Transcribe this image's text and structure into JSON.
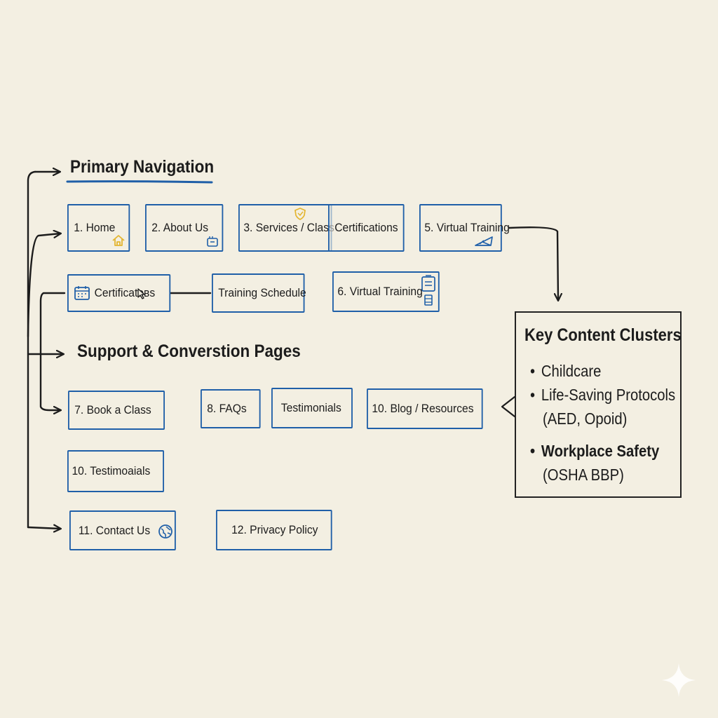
{
  "sections": {
    "primary_navigation": "Primary Navigation",
    "support_pages": "Support & Converstion Pages"
  },
  "nav_row1": [
    "1. Home",
    "2. About Us",
    "3. Services / Class",
    "Certifications",
    "5.  Virtual Training"
  ],
  "nav_row2": [
    "Certificatᴏʙs",
    "Training Schedule",
    "6. Virtual Training"
  ],
  "support_row1": [
    "7. Book a Class",
    "8. FAQs",
    "Testimonials",
    "10. Blog / Resources"
  ],
  "support_row2": [
    "10. Testimoaials"
  ],
  "support_row3": [
    "11. Contact Us",
    "12.  Privacy Policy"
  ],
  "key_content": {
    "title": "Key Content Clusters",
    "items": [
      {
        "label": "Childcare",
        "sub": ""
      },
      {
        "label": "Life-Saving Protocols",
        "sub": "(AED, Opoid)"
      },
      {
        "label": "Workplace Safety",
        "sub": "(OSHA BBP)"
      }
    ]
  },
  "colors": {
    "box_border": "#1f5fa8",
    "heading_underline": "#1f5fa8",
    "icon_accent": "#e3b530",
    "ink": "#1c1c1c",
    "background": "#f3efe2"
  },
  "icons": [
    "house-icon",
    "folder-icon",
    "shield-icon",
    "plane-icon",
    "calendar-icon",
    "cursor-icon",
    "checklist-icon",
    "globe-icon",
    "sparkle-icon"
  ]
}
